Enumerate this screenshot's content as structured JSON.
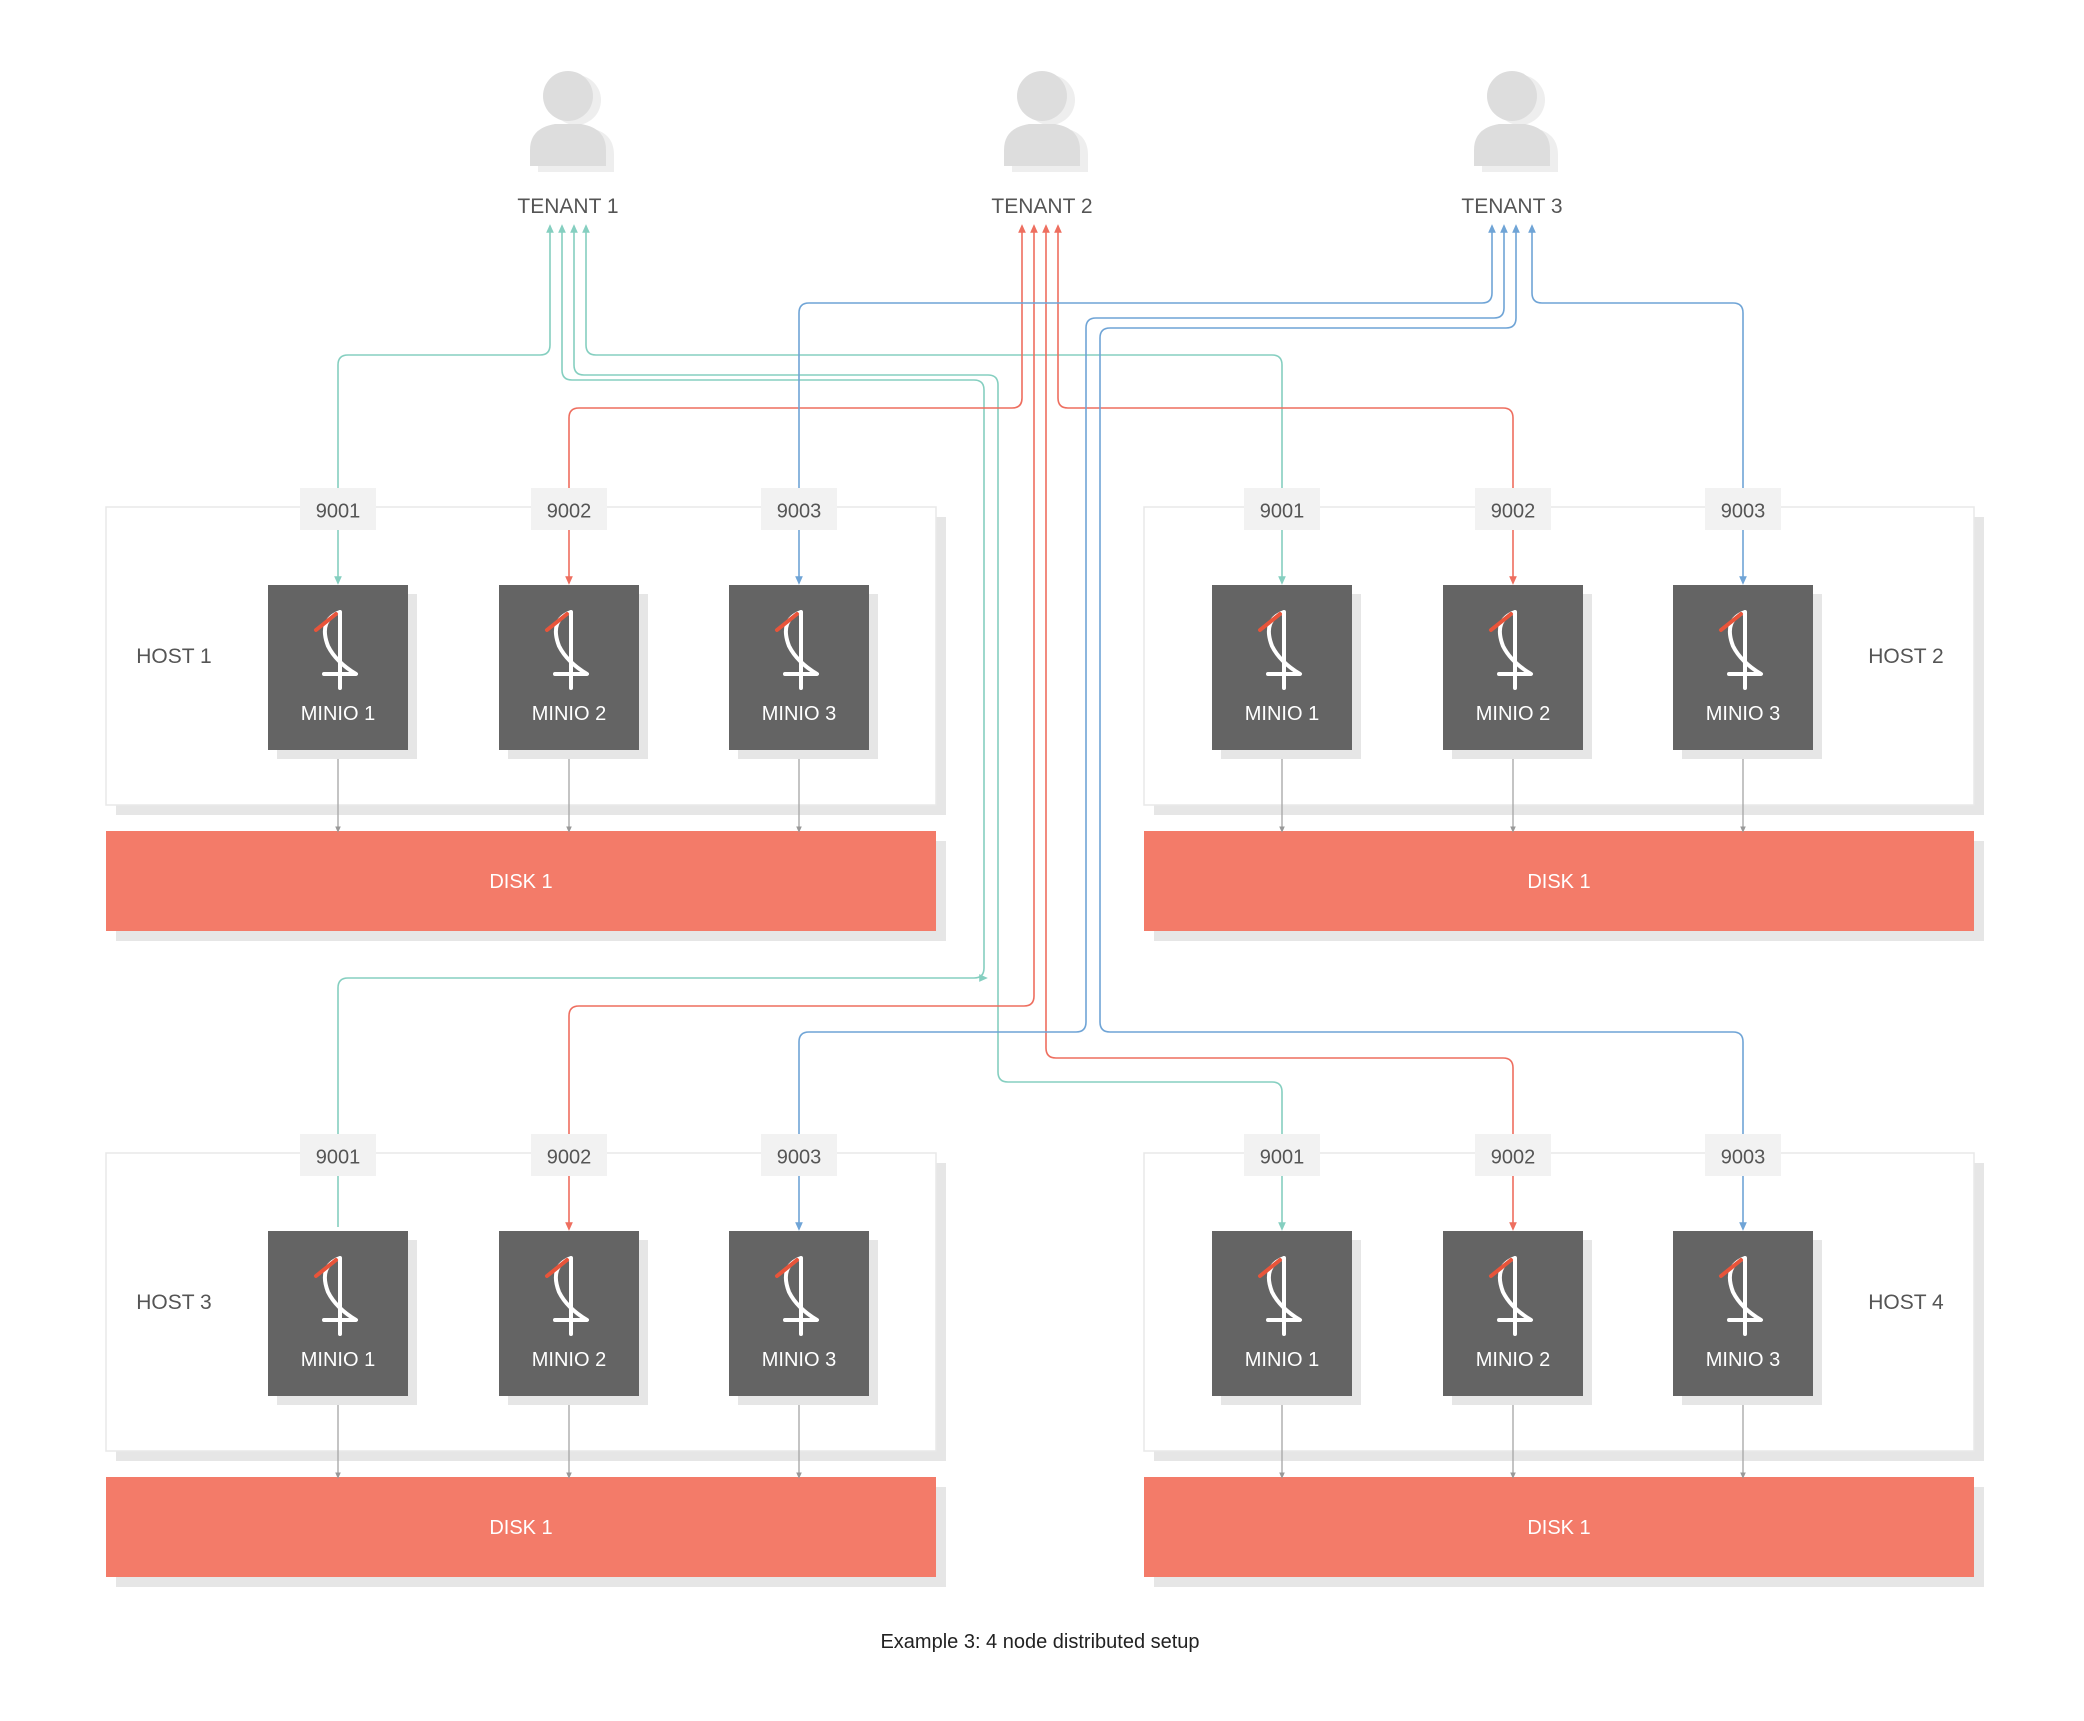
{
  "tenants": [
    {
      "label": "TENANT 1",
      "color": "#85cfc0"
    },
    {
      "label": "TENANT 2",
      "color": "#ee6e5f"
    },
    {
      "label": "TENANT 3",
      "color": "#6fa4d6"
    }
  ],
  "hosts": [
    {
      "label": "HOST 1",
      "ports": [
        "9001",
        "9002",
        "9003"
      ],
      "nodes": [
        "MINIO 1",
        "MINIO 2",
        "MINIO 3"
      ],
      "disk": "DISK 1"
    },
    {
      "label": "HOST 2",
      "ports": [
        "9001",
        "9002",
        "9003"
      ],
      "nodes": [
        "MINIO 1",
        "MINIO 2",
        "MINIO 3"
      ],
      "disk": "DISK 1"
    },
    {
      "label": "HOST 3",
      "ports": [
        "9001",
        "9002",
        "9003"
      ],
      "nodes": [
        "MINIO 1",
        "MINIO 2",
        "MINIO 3"
      ],
      "disk": "DISK 1"
    },
    {
      "label": "HOST 4",
      "ports": [
        "9001",
        "9002",
        "9003"
      ],
      "nodes": [
        "MINIO 1",
        "MINIO 2",
        "MINIO 3"
      ],
      "disk": "DISK 1"
    }
  ],
  "caption": "Example 3: 4 node distributed setup",
  "colors": {
    "node": "#646464",
    "disk": "#f37b69",
    "port_bg": "#f2f2f2",
    "shadow": "#e6e6e6",
    "host_border": "#e8e8e8",
    "user_icon": "#dddddd",
    "text": "#555555"
  }
}
